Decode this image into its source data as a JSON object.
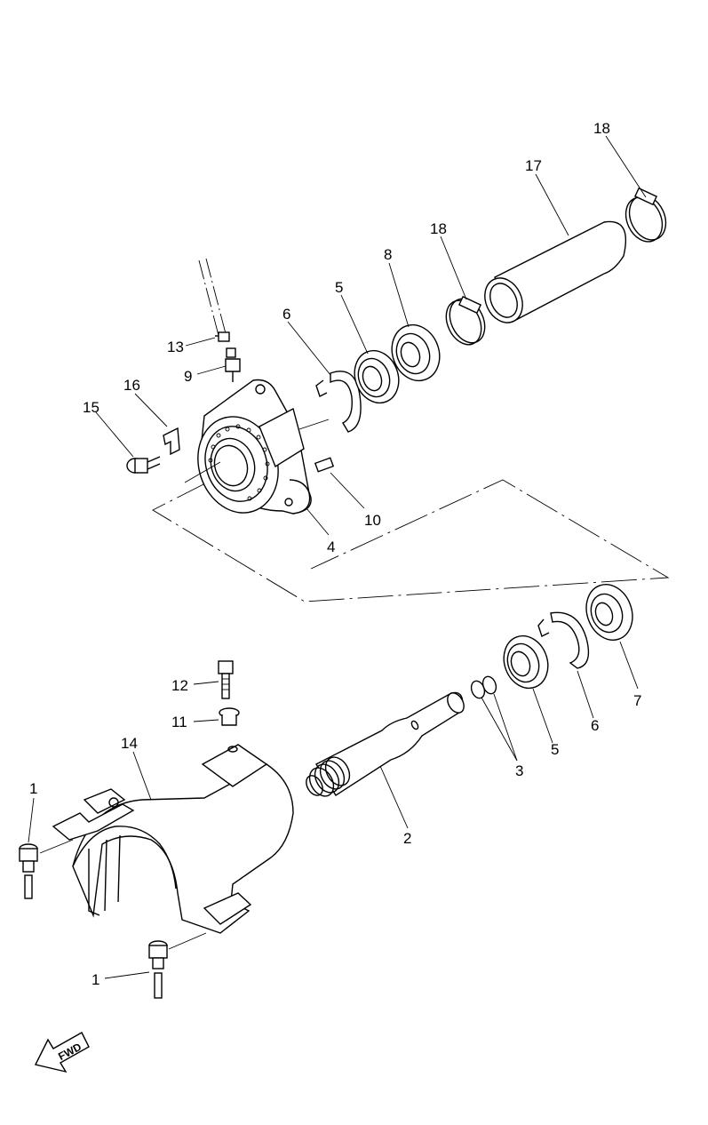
{
  "callouts": {
    "c1a": "1",
    "c1b": "1",
    "c2": "2",
    "c3": "3",
    "c4": "4",
    "c5a": "5",
    "c5b": "5",
    "c6a": "6",
    "c6b": "6",
    "c7": "7",
    "c8": "8",
    "c9": "9",
    "c10": "10",
    "c11": "11",
    "c12": "12",
    "c13": "13",
    "c14": "14",
    "c15": "15",
    "c16": "16",
    "c17": "17",
    "c18a": "18",
    "c18b": "18"
  },
  "fwd": {
    "label": "FWD"
  }
}
